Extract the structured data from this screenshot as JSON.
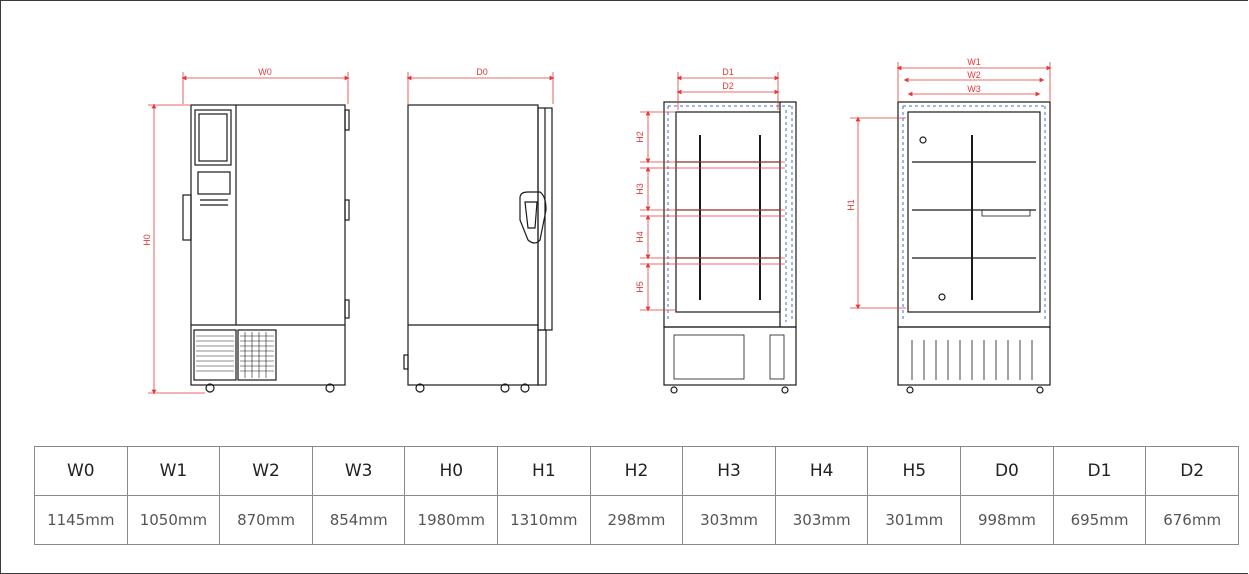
{
  "colors": {
    "outline": "#1a1a1a",
    "dimension": "#e23a3a",
    "insulation": "#3a6fd8",
    "table_border": "#8a8a8a"
  },
  "views": {
    "front": {
      "width_label": "W0",
      "height_label": "H0"
    },
    "side": {
      "depth_label": "D0"
    },
    "section_side": {
      "labels": [
        "D1",
        "D2",
        "H2",
        "H3",
        "H4",
        "H5"
      ]
    },
    "section_front": {
      "labels": [
        "W1",
        "W2",
        "W3",
        "H1"
      ]
    }
  },
  "spec_table": {
    "headers": [
      "W0",
      "W1",
      "W2",
      "W3",
      "H0",
      "H1",
      "H2",
      "H3",
      "H4",
      "H5",
      "D0",
      "D1",
      "D2"
    ],
    "values": [
      "1145mm",
      "1050mm",
      "870mm",
      "854mm",
      "1980mm",
      "1310mm",
      "298mm",
      "303mm",
      "303mm",
      "301mm",
      "998mm",
      "695mm",
      "676mm"
    ]
  }
}
